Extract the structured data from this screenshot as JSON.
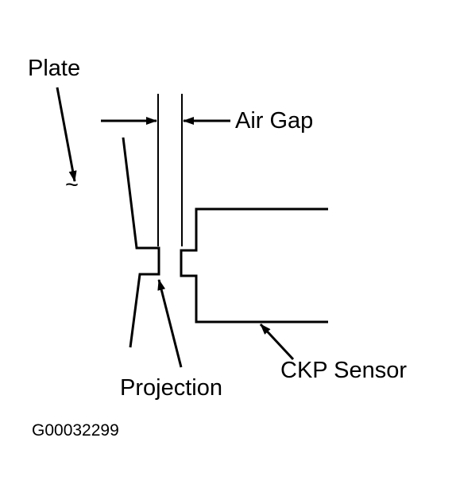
{
  "labels": {
    "plate": "Plate",
    "air_gap": "Air Gap",
    "projection": "Projection",
    "ckp_sensor": "CKP Sensor",
    "figure_code": "G00032299",
    "break_symbol": "~"
  },
  "colors": {
    "ink": "#000000",
    "background": "#ffffff"
  }
}
